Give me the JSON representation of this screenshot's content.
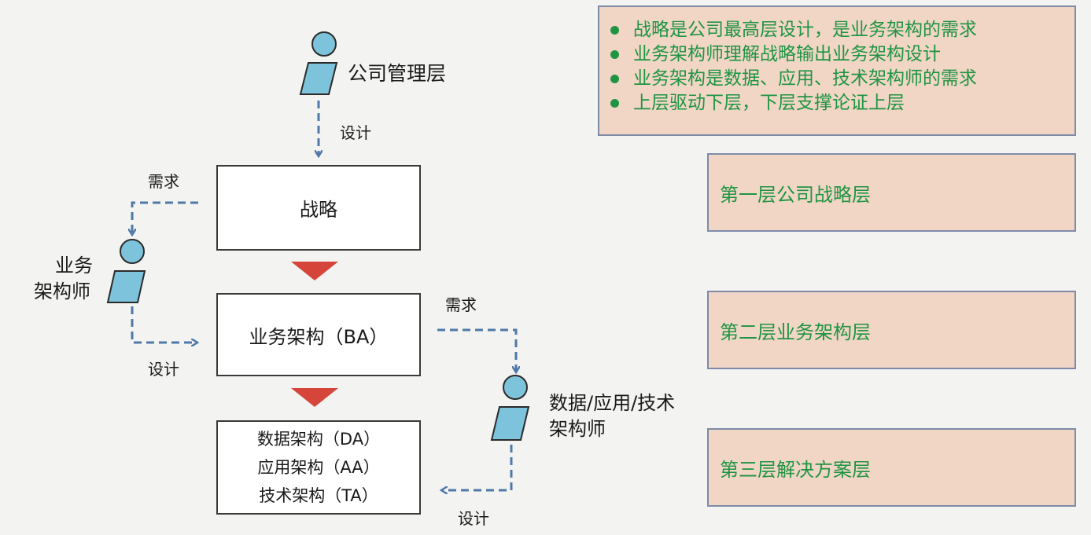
{
  "diagram": {
    "actors": {
      "management": "公司管理层",
      "business_architect": [
        "业务",
        "架构师"
      ],
      "solution_architect": [
        "数据/应用/技术",
        "架构师"
      ]
    },
    "boxes": {
      "strategy": "战略",
      "business_arch": "业务架构（BA）",
      "solution_arch": [
        "数据架构（DA）",
        "应用架构（AA）",
        "技术架构（TA）"
      ]
    },
    "edge_labels": {
      "design_top": "设计",
      "need_left": "需求",
      "design_left": "设计",
      "need_right": "需求",
      "design_bottom": "设计"
    },
    "notes": [
      "战略是公司最高层设计，是业务架构的需求",
      "业务架构师理解战略输出业务架构设计",
      "业务架构是数据、应用、技术架构师的需求",
      "上层驱动下层，下层支撑论证上层"
    ],
    "layers": [
      "第一层公司战略层",
      "第二层业务架构层",
      "第三层解决方案层"
    ],
    "colors": {
      "arrow": "#4f79a8",
      "triangle": "#d6453a",
      "person_fill": "#7ec3dc",
      "person_stroke": "#2a2a2a",
      "note_text": "#1f9442",
      "panel_fill": "#f1d6c6",
      "panel_border": "#7e8ba8"
    }
  }
}
